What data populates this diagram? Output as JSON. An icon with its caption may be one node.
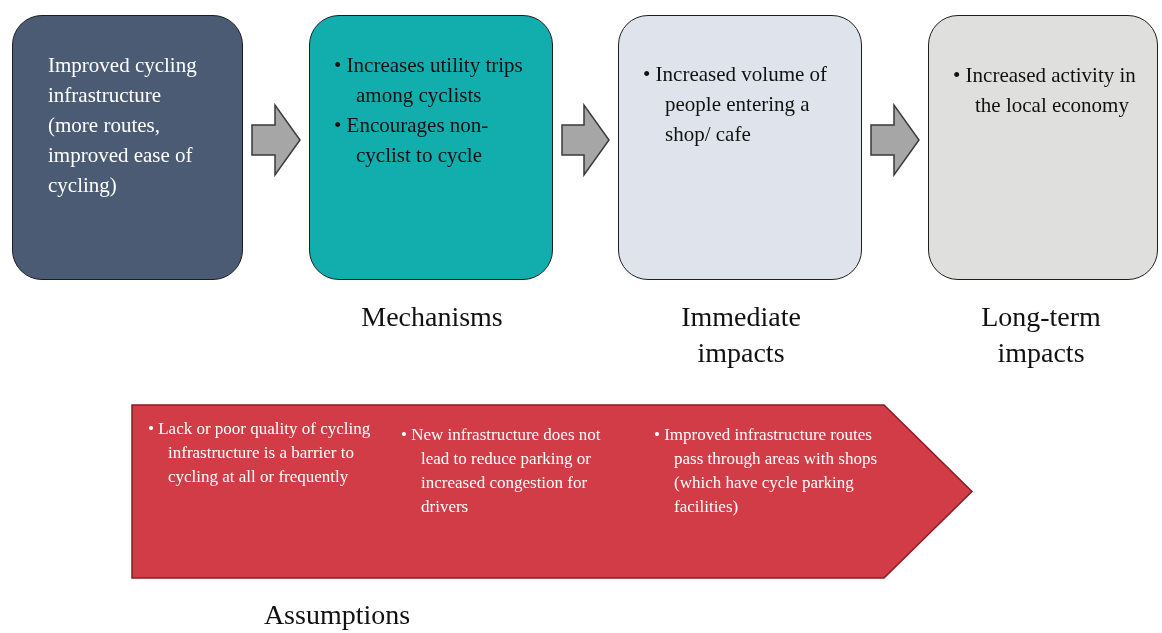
{
  "diagram": {
    "nodes": [
      {
        "text": [
          "Improved cycling infrastructure (more routes, improved ease of cycling)"
        ]
      },
      {
        "text": [
          "• Increases utility trips among cyclists",
          "• Encourages non-cyclist to cycle",
          "Mechanisms"
        ]
      },
      {
        "text": [
          "• Increased volume of people entering a shop/ cafe",
          "Immediate impacts"
        ]
      },
      {
        "text": [
          "• Increased activity in the local economy",
          "Long-term impacts"
        ]
      },
      {
        "text": [
          "• Lack or poor quality of cycling infrastructure is a barrier to cycling at all or frequently",
          "• New infrastructure does not lead to reduce parking or increased congestion for drivers",
          "• Improved infrastructure routes pass through areas with shops (which have cycle parking facilities)",
          "Assumptions"
        ]
      }
    ],
    "edges": [
      {
        "from": 0,
        "to": 1,
        "arrow": "to"
      },
      {
        "from": 1,
        "to": 2,
        "arrow": "to"
      },
      {
        "from": 2,
        "to": 3,
        "arrow": "to"
      }
    ]
  }
}
